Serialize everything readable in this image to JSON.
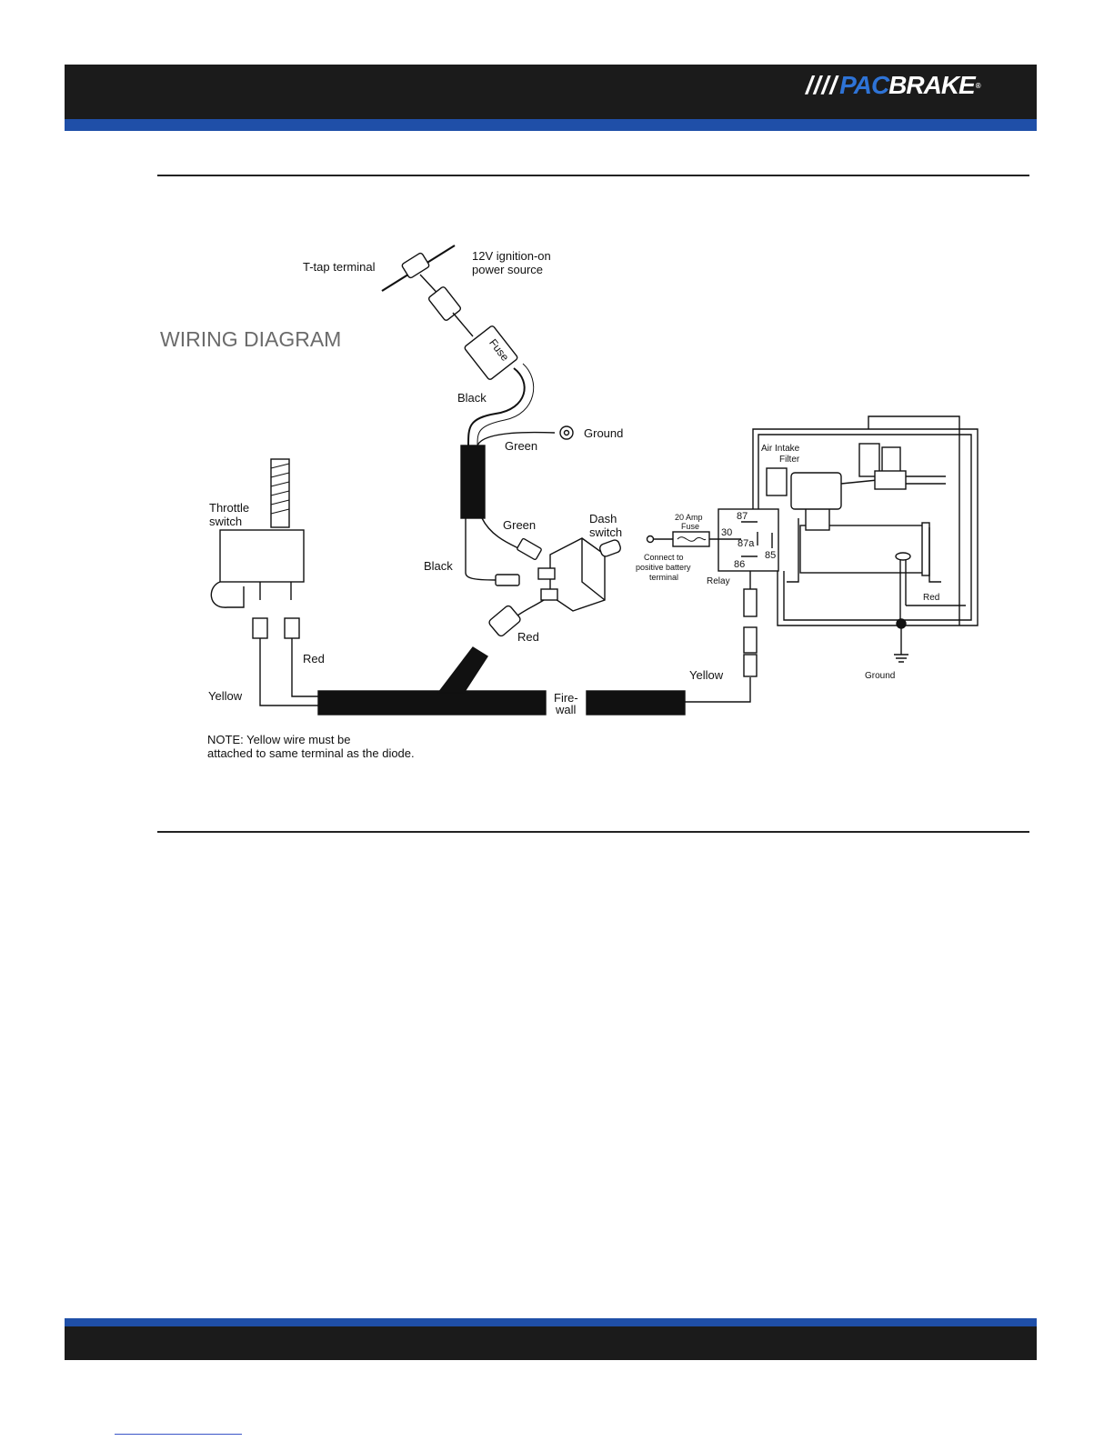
{
  "header": {
    "logo_stripes": "////",
    "logo_pac": "PAC",
    "logo_brake": "BRAKE",
    "logo_reg": "®",
    "colors": {
      "band": "#1b1b1b",
      "accent": "#1f4fa8",
      "logo_blue": "#2e73d6"
    }
  },
  "diagram": {
    "title": "WIRING DIAGRAM",
    "labels": {
      "t_tap": "T-tap terminal",
      "ignition_1": "12V ignition-on",
      "ignition_2": "power source",
      "fuse": "Fuse",
      "black_top": "Black",
      "ground_top": "Ground",
      "green_top": "Green",
      "throttle_1": "Throttle",
      "throttle_2": "switch",
      "green_mid": "Green",
      "dash_1": "Dash",
      "dash_2": "switch",
      "black_mid": "Black",
      "red_dash": "Red",
      "red_throttle": "Red",
      "yellow_left": "Yellow",
      "firewall_1": "Fire-",
      "firewall_2": "wall",
      "yellow_right": "Yellow",
      "air_intake_1": "Air Intake",
      "air_intake_2": "Filter",
      "fuse20_1": "20 Amp",
      "fuse20_2": "Fuse",
      "relay_87": "87",
      "relay_30": "30",
      "relay_87a": "87a",
      "relay_85": "85",
      "relay_86": "86",
      "relay": "Relay",
      "battery_1": "Connect to",
      "battery_2": "positive battery",
      "battery_3": "terminal",
      "red_comp": "Red",
      "ground_comp": "Ground",
      "note_1": "NOTE:  Yellow wire must be",
      "note_2": "attached to same terminal as the diode."
    }
  }
}
